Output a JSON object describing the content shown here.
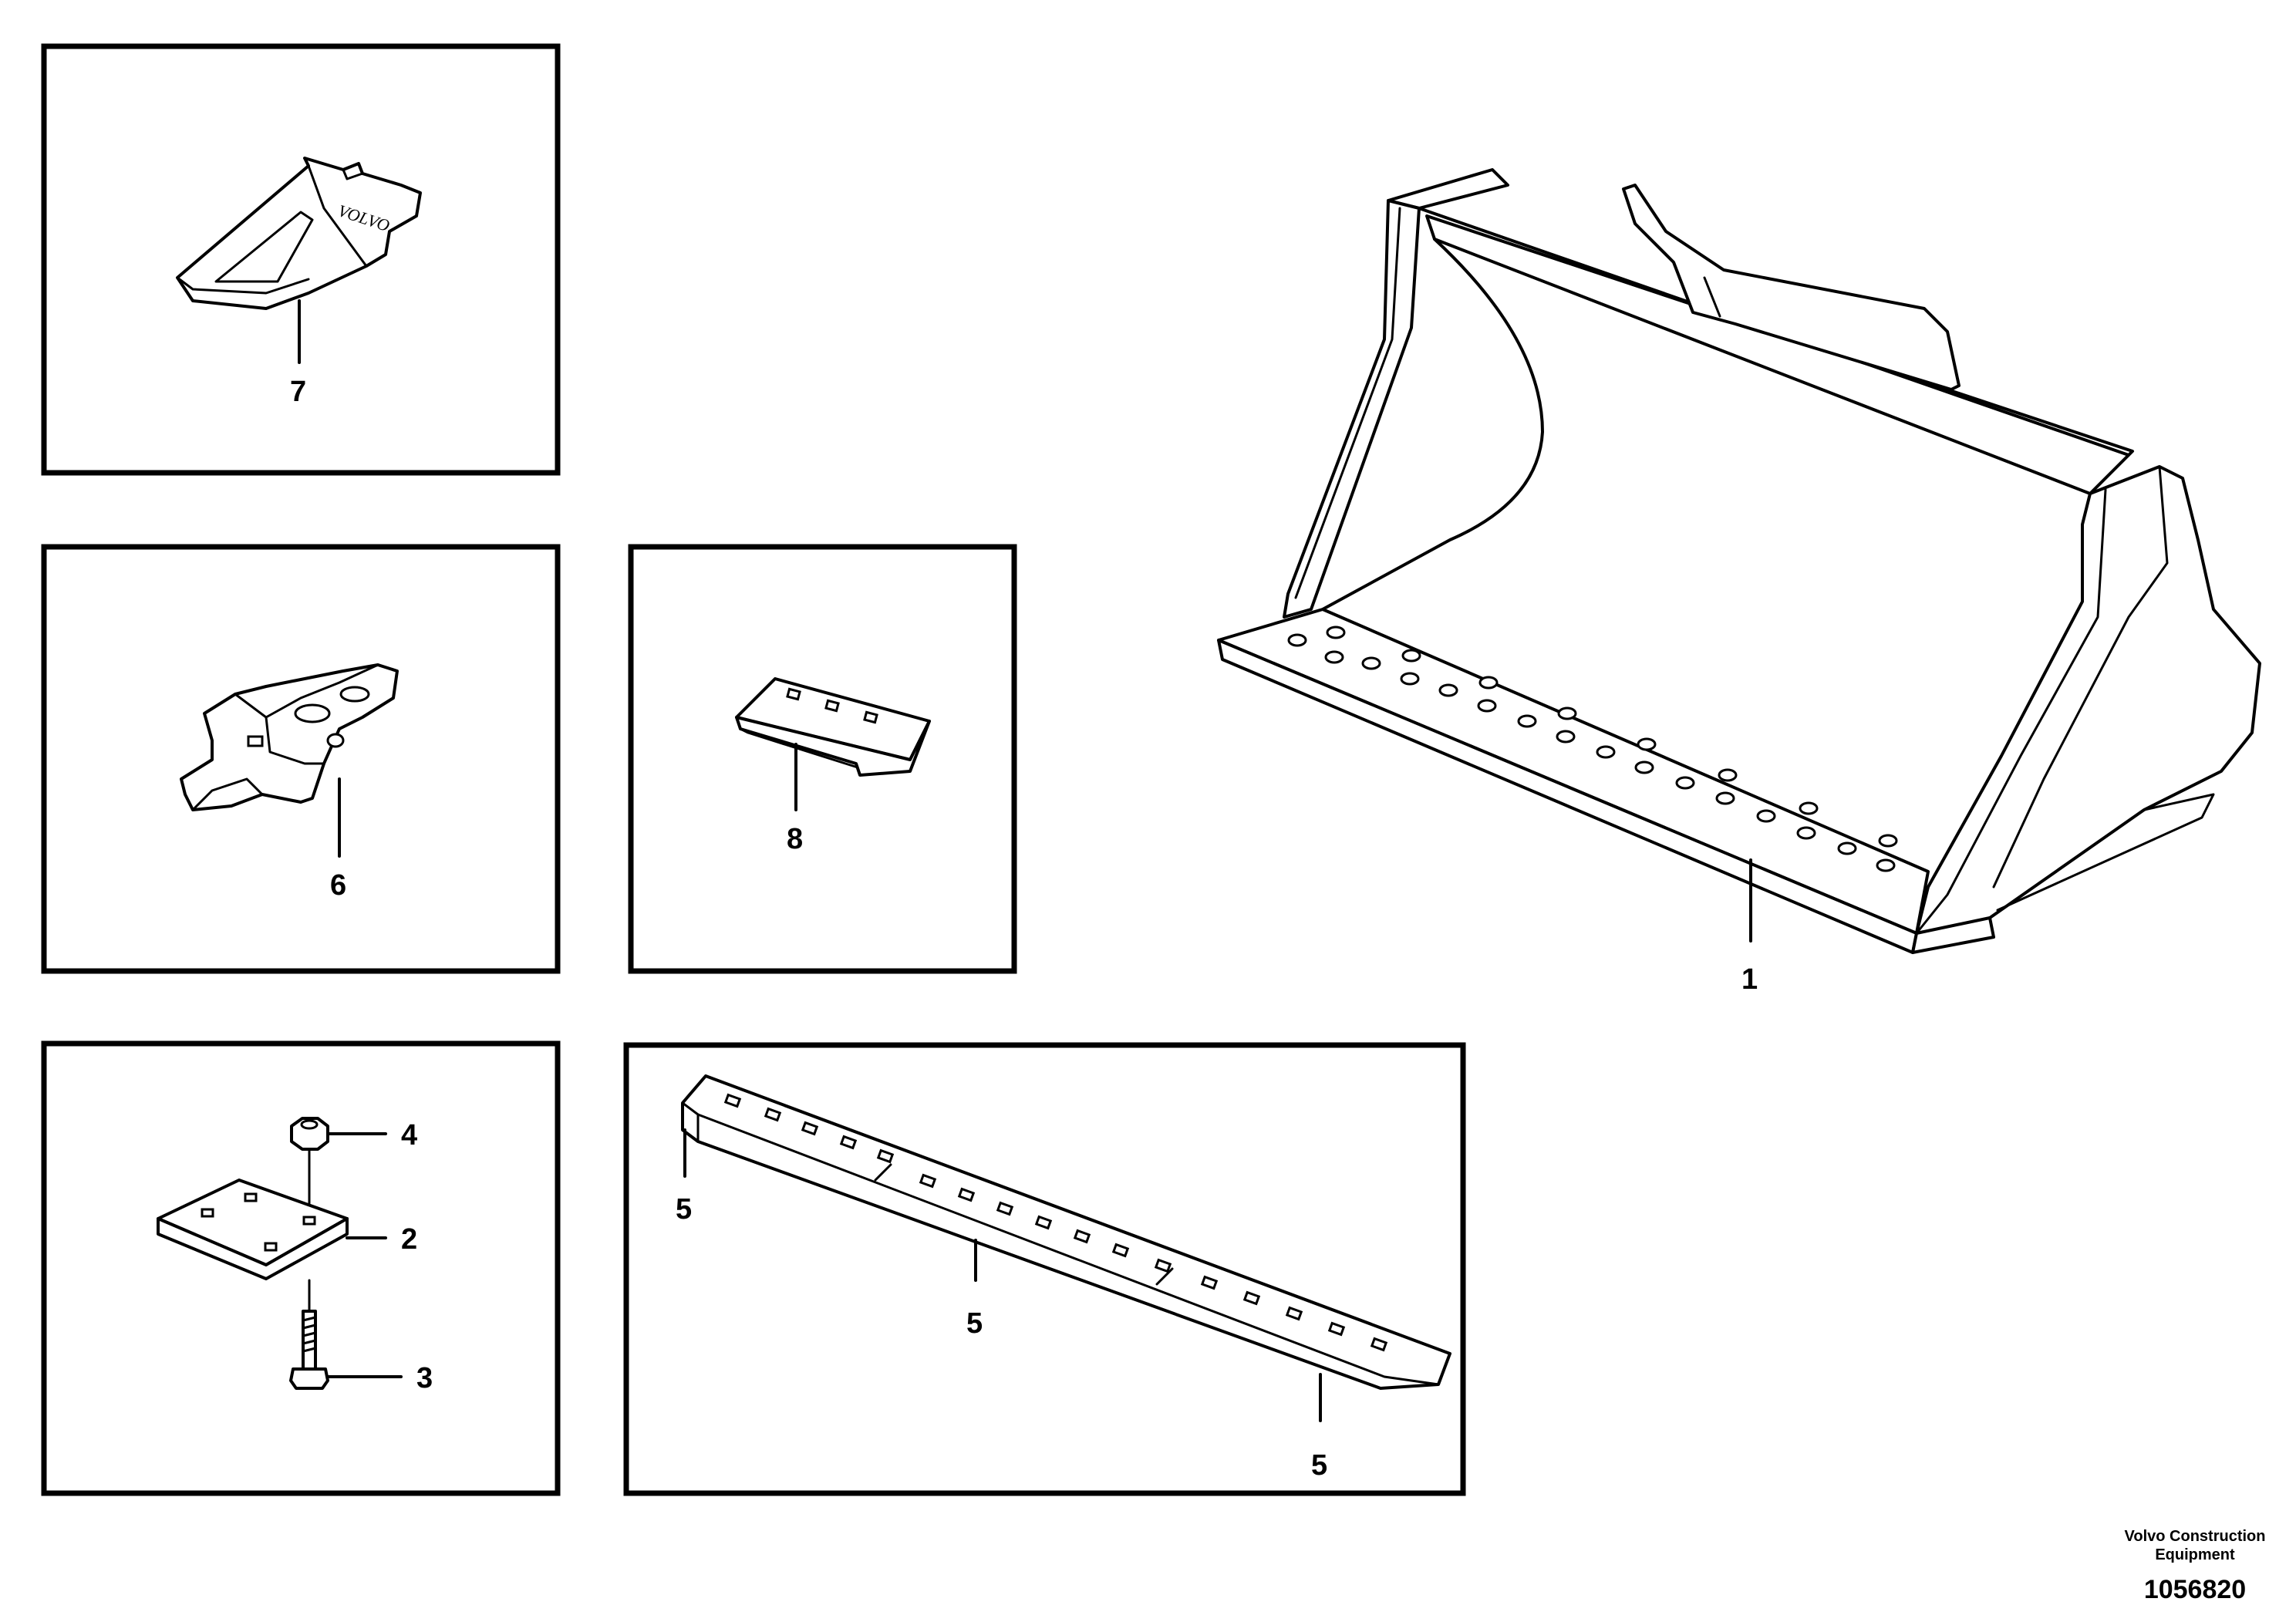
{
  "callouts": {
    "c1": "1",
    "c2": "2",
    "c3": "3",
    "c4": "4",
    "c5a": "5",
    "c5b": "5",
    "c5c": "5",
    "c6": "6",
    "c7": "7",
    "c8": "8"
  },
  "tooth_logo": "VOLVO",
  "footer": {
    "brand_line1": "Volvo Construction",
    "brand_line2": "Equipment",
    "doc_number": "1056820"
  },
  "colors": {
    "line": "#000000",
    "background": "#ffffff"
  }
}
